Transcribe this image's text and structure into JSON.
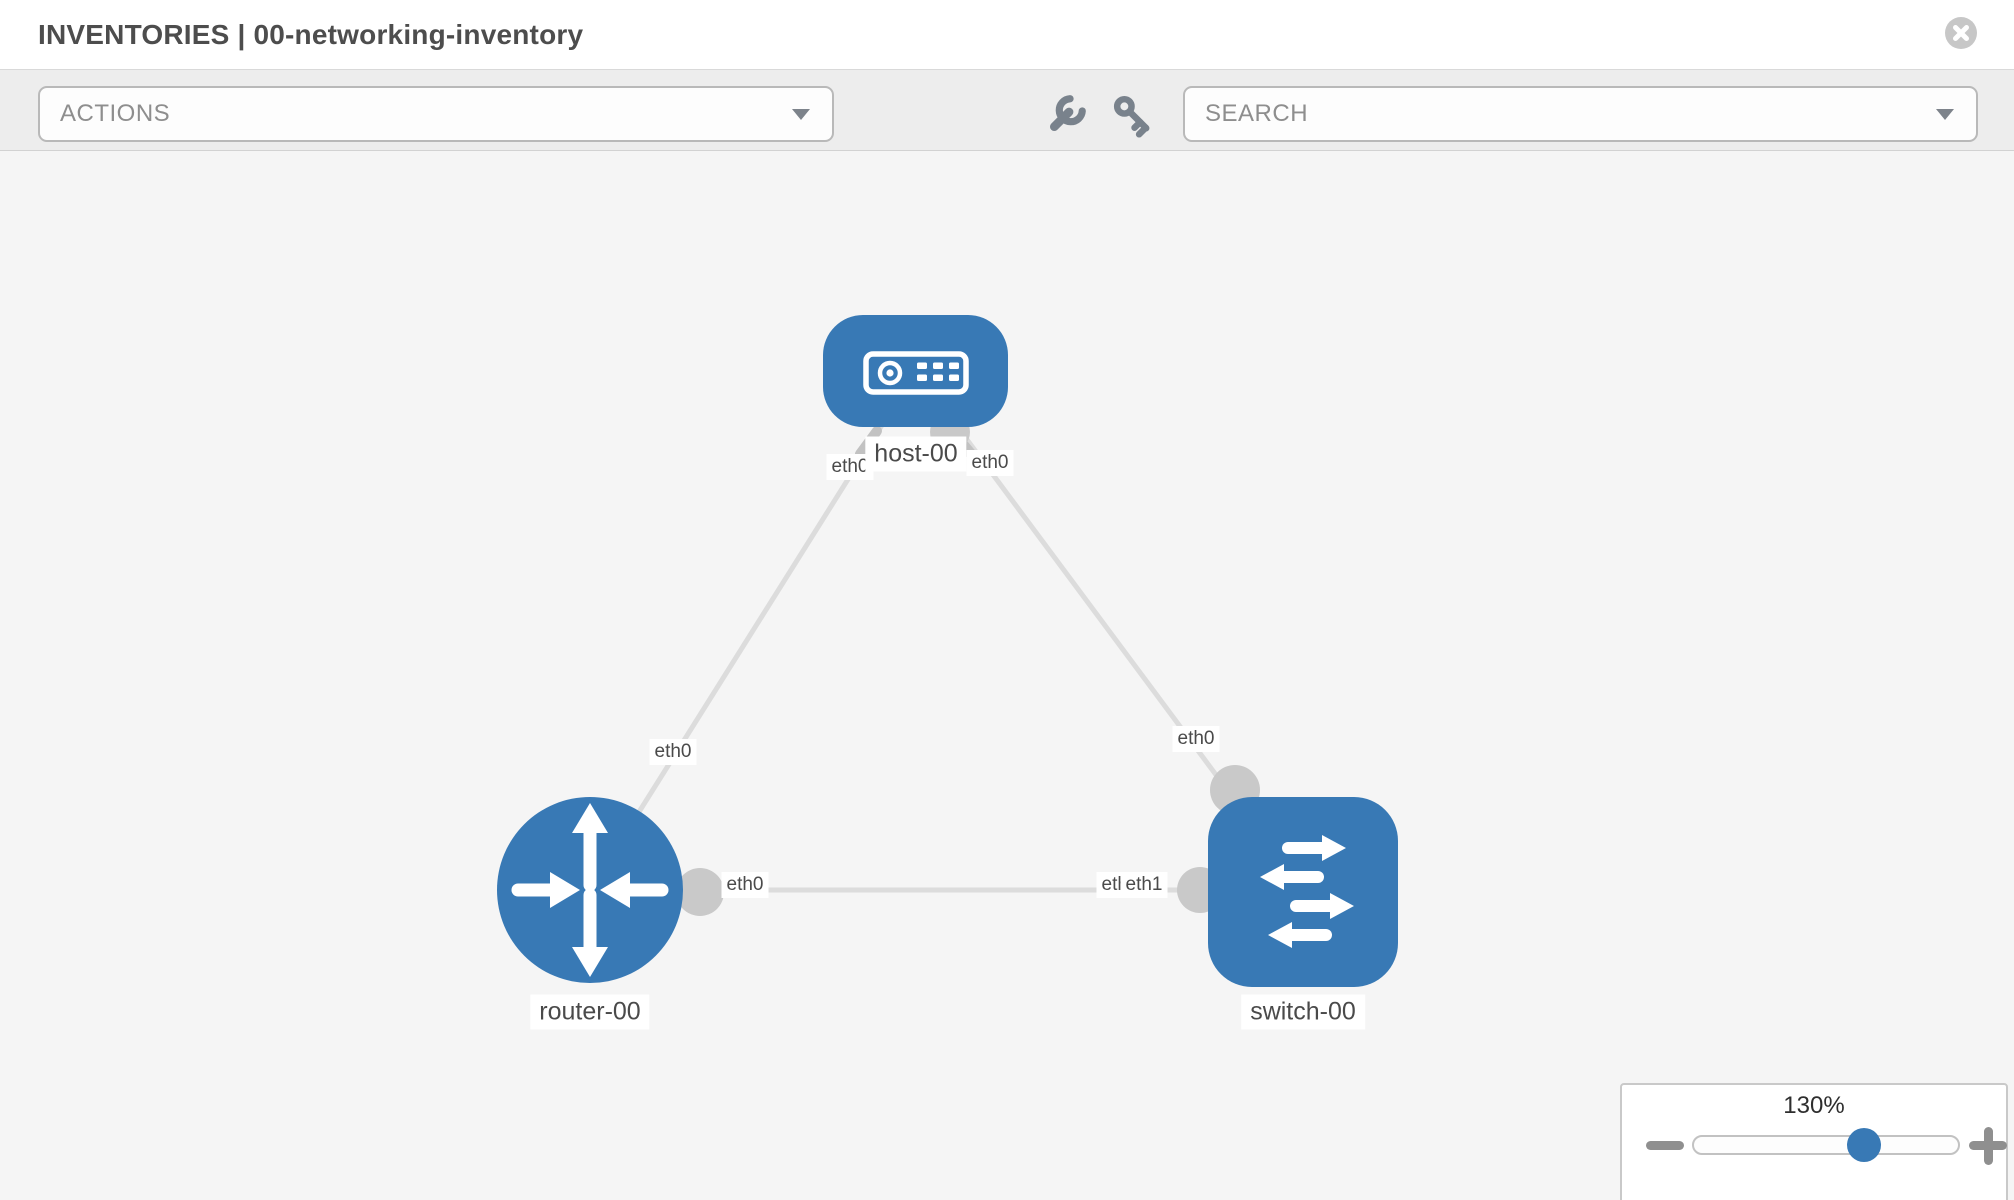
{
  "header": {
    "title": "INVENTORIES | 00-networking-inventory"
  },
  "toolbar": {
    "actions_label": "ACTIONS",
    "search_label": "SEARCH",
    "tool_icons": [
      "wrench-icon",
      "key-icon"
    ]
  },
  "graph": {
    "nodes": [
      {
        "id": "host-00",
        "label": "host-00",
        "type": "host",
        "icon": "host-server-icon"
      },
      {
        "id": "router-00",
        "label": "router-00",
        "type": "router",
        "icon": "router-arrows-icon"
      },
      {
        "id": "switch-00",
        "label": "switch-00",
        "type": "switch",
        "icon": "switch-arrows-icon"
      }
    ],
    "links": [
      {
        "from": "host-00",
        "to": "router-00",
        "labels": [
          "eth0",
          "eth0"
        ]
      },
      {
        "from": "host-00",
        "to": "switch-00",
        "labels": [
          "eth0",
          "eth0"
        ]
      },
      {
        "from": "router-00",
        "to": "switch-00",
        "labels": [
          "eth0",
          "eth0",
          "eth1"
        ]
      }
    ],
    "port_labels": {
      "host_router_host_end": "eth0",
      "host_router_router_end": "eth0",
      "host_switch_host_end": "eth0",
      "host_switch_switch_end": "eth0",
      "router_switch_router_end": "eth0",
      "router_switch_switch_end_hidden": "eth0",
      "router_switch_switch_end": "eth1"
    }
  },
  "zoom_control": {
    "percent": "130%",
    "minus_icon": "minus-icon",
    "plus_icon": "plus-icon"
  },
  "colors": {
    "node_blue": "#3879b5",
    "link_gray": "#dcdcdc",
    "port_dot_gray": "#c9c9c9",
    "toolbar_bg": "#ededed",
    "canvas_bg": "#f5f5f5"
  }
}
